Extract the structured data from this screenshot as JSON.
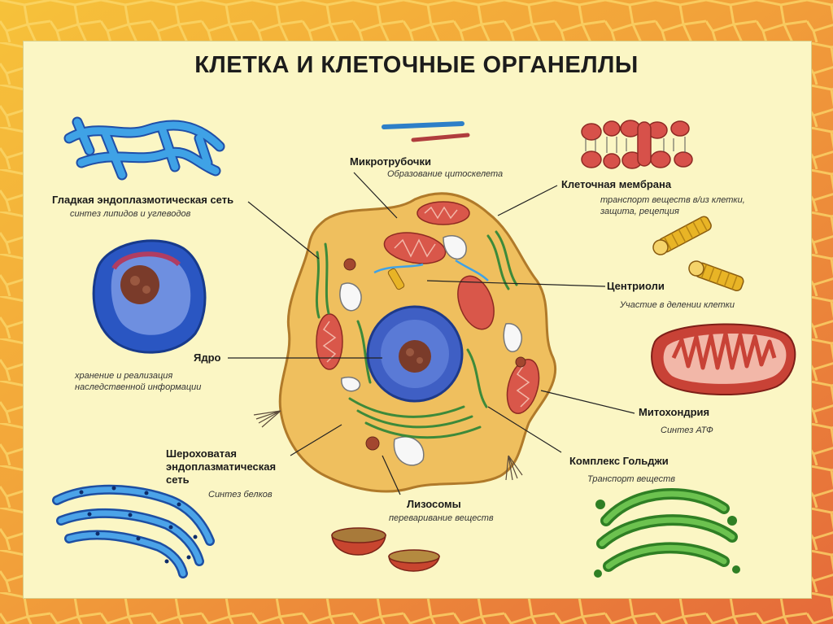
{
  "title": "КЛЕТКА И КЛЕТОЧНЫЕ ОРГАНЕЛЛЫ",
  "organelles": {
    "smooth_er": {
      "label": "Гладкая эндоплазмотическая сеть",
      "desc": "синтез липидов и углеводов"
    },
    "microtubules": {
      "label": "Микротрубочки",
      "desc": "Образование цитоскелета"
    },
    "cell_membrane": {
      "label": "Клеточная мембрана",
      "desc_line1": "транспорт веществ в/из клетки,",
      "desc_line2": "защита, рецепция"
    },
    "centrioles": {
      "label": "Центриоли",
      "desc": "Участие в делении клетки"
    },
    "nucleus": {
      "label": "Ядро",
      "desc_line1": "хранение и реализация",
      "desc_line2": "наследственной информации"
    },
    "mitochondria": {
      "label": "Митохондрия",
      "desc": "Синтез АТФ"
    },
    "rough_er": {
      "label_line1": "Шероховатая",
      "label_line2": "эндоплазматическая",
      "label_line3": "сеть",
      "desc": "Синтез белков"
    },
    "golgi": {
      "label": "Комплекс Гольджи",
      "desc": "Транспорт веществ"
    },
    "lysosomes": {
      "label": "Лизосомы",
      "desc": "переваривание веществ"
    }
  },
  "colors": {
    "panel": "#fbf6c4",
    "cell": "#efbf5e",
    "mitochondria": "#d9574a",
    "nucleus": "#3f5fc4",
    "er_smooth": "#4aa3e0",
    "golgi": "#3c9a2e"
  }
}
